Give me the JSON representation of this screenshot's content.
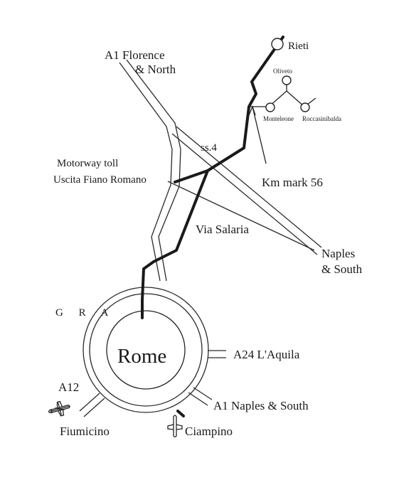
{
  "map": {
    "city": "Rome",
    "ring_road": "G R A",
    "roads": {
      "a1_north": "A1 Florence",
      "a1_north_line2": "& North",
      "motorway_toll": "Motorway toll",
      "toll_exit": "Uscita Fiano Romano",
      "ss4": "ss.4",
      "via_salaria": "Via Salaria",
      "naples_south": "Naples",
      "naples_south_line2": "& South",
      "a24": "A24 L'Aquila",
      "a1_naples": "A1 Naples & South",
      "a12": "A12"
    },
    "places": {
      "rieti": "Rieti",
      "oliveto": "Oliveto",
      "monteleone": "Monteleone",
      "roccasinibalda": "Roccasinibalda",
      "km_mark": "Km mark 56"
    },
    "airports": {
      "fiumicino": "Fiumicino",
      "ciampino": "Ciampino"
    },
    "icons": [
      "airplane-icon",
      "airplane-icon"
    ]
  }
}
